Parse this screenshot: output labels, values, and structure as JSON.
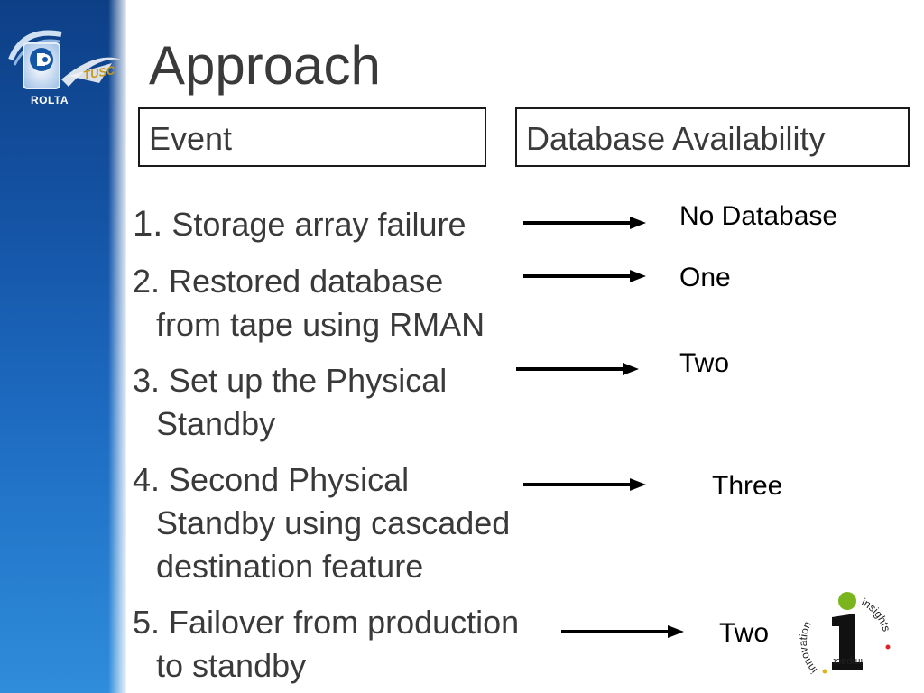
{
  "logo": {
    "company": "ROLTA",
    "tuc": "TUSC"
  },
  "title": "Approach",
  "headers": {
    "event": "Event",
    "availability": "Database Availability"
  },
  "steps": [
    {
      "num": "1.",
      "line1": " Storage array failure",
      "line2": "",
      "line3": "",
      "result": "No Database"
    },
    {
      "num": "2.",
      "line1": " Restored database",
      "line2": "from  tape using RMAN",
      "line3": "",
      "result": "One"
    },
    {
      "num": "3.",
      "line1": " Set up the Physical",
      "line2": "Standby",
      "line3": "",
      "result": "Two"
    },
    {
      "num": "4.",
      "line1": " Second Physical",
      "line2": "Standby using  cascaded",
      "line3": "destination feature",
      "result": "Three"
    },
    {
      "num": "5.",
      "line1": " Failover from production",
      "line2": "to standby",
      "line3": "",
      "result": "Two"
    }
  ],
  "badge": {
    "left_word": "innovation",
    "right_word": "insights",
    "bottom_word": "impact",
    "letter": "i"
  },
  "colors": {
    "band_top": "#0d3f86",
    "band_bottom": "#2f8ddb",
    "text": "#3a3a3a",
    "badge_green": "#7ab51d",
    "badge_red": "#d7262a"
  }
}
